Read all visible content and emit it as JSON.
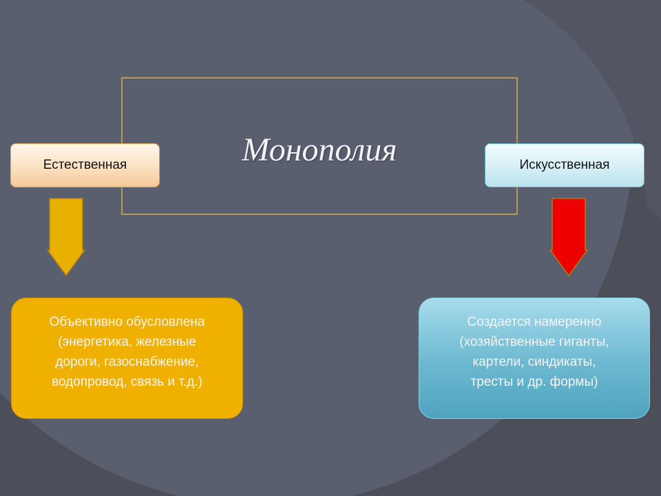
{
  "colors": {
    "background": "#4c4f5a",
    "panel": "#5a5f70",
    "frame_border": "#b79a55",
    "natural_arrow": "#e8b000",
    "artificial_arrow": "#ee0000",
    "natural_box": "#efb000",
    "artificial_box": "#6cb8d0"
  },
  "title": "Монополия",
  "natural": {
    "label": "Естественная",
    "arrow_icon": "down-arrow-icon",
    "description_lines": [
      "Объективно обусловлена",
      "(энергетика, железные",
      "дороги, газоснабжение,",
      "водопровод, связь и т.д.)"
    ]
  },
  "artificial": {
    "label": "Искусственная",
    "arrow_icon": "down-arrow-icon",
    "description_lines": [
      "Создается намеренно",
      "(хозяйственные гиганты,",
      "картели, синдикаты,",
      "тресты и др. формы)"
    ]
  }
}
